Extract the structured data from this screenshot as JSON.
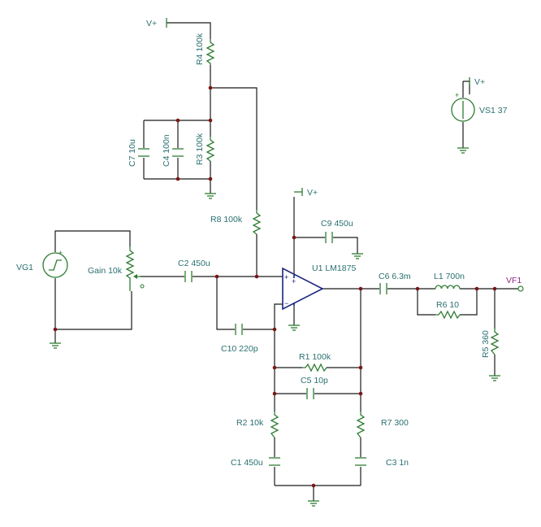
{
  "power": {
    "vplus_1": "V+",
    "vplus_2": "V+",
    "vplus_3": "V+",
    "vs1": "VS1 37"
  },
  "components": {
    "r4": "R4 100k",
    "c7": "C7 10u",
    "c4": "C4 100n",
    "r3": "R3 100k",
    "r8": "R8 100k",
    "c9": "C9 450u",
    "vg1": "VG1",
    "gain": "Gain 10k",
    "c2": "C2 450u",
    "u1": "U1 LM1875",
    "c6": "C6 6.3m",
    "l1": "L1 700n",
    "r6": "R6 10",
    "vf1": "VF1",
    "c10": "C10 220p",
    "r1": "R1 100k",
    "c5": "C5 10p",
    "r5": "R5 360",
    "r2": "R2 10k",
    "r7": "R7 300",
    "c1": "C1 450u",
    "c3": "C3 1n"
  },
  "colors": {
    "wire": "#1a1a1a",
    "component": "#2e7d32",
    "opamp": "#1a237e",
    "junction": "#7a1515",
    "label": "#2a7070",
    "probe": "#8a2a8a"
  }
}
